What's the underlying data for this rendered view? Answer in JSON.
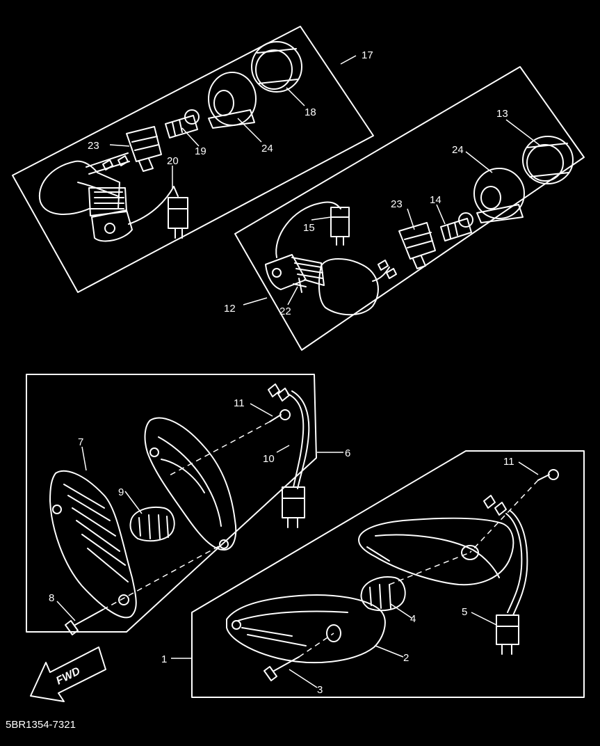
{
  "diagram": {
    "background_color": "#000000",
    "line_color": "#ffffff",
    "drawing_code": "5BR1354-7321",
    "forward_indicator": "FWD",
    "callouts": [
      {
        "id": "17",
        "text": "17"
      },
      {
        "id": "18",
        "text": "18"
      },
      {
        "id": "19",
        "text": "19"
      },
      {
        "id": "20",
        "text": "20"
      },
      {
        "id": "23a",
        "text": "23"
      },
      {
        "id": "24a",
        "text": "24"
      },
      {
        "id": "13",
        "text": "13"
      },
      {
        "id": "24b",
        "text": "24"
      },
      {
        "id": "23b",
        "text": "23"
      },
      {
        "id": "14",
        "text": "14"
      },
      {
        "id": "15",
        "text": "15"
      },
      {
        "id": "12",
        "text": "12"
      },
      {
        "id": "22",
        "text": "22"
      },
      {
        "id": "11a",
        "text": "11"
      },
      {
        "id": "10",
        "text": "10"
      },
      {
        "id": "6",
        "text": "6"
      },
      {
        "id": "7",
        "text": "7"
      },
      {
        "id": "9",
        "text": "9"
      },
      {
        "id": "8",
        "text": "8"
      },
      {
        "id": "11b",
        "text": "11"
      },
      {
        "id": "5",
        "text": "5"
      },
      {
        "id": "4",
        "text": "4"
      },
      {
        "id": "2",
        "text": "2"
      },
      {
        "id": "1",
        "text": "1"
      },
      {
        "id": "3",
        "text": "3"
      }
    ]
  }
}
